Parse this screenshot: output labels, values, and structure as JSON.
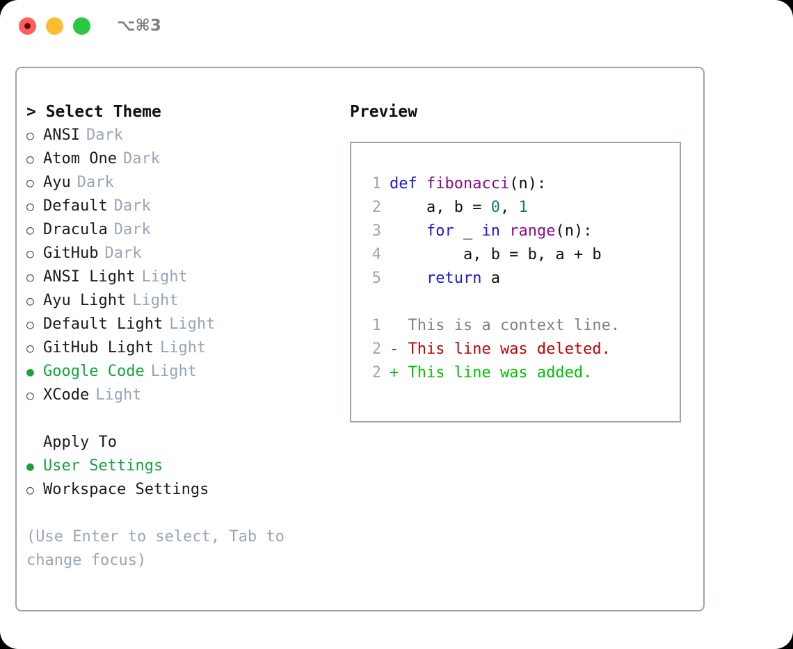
{
  "titlebar": {
    "shortcut": "⌥⌘3",
    "buttons": [
      {
        "name": "close",
        "color": "#ff5f57"
      },
      {
        "name": "minimize",
        "color": "#febc2e"
      },
      {
        "name": "zoom",
        "color": "#28c840"
      }
    ]
  },
  "colors": {
    "accent_green": "#18a33f",
    "muted": "#9aa4b8",
    "border": "#9aa4b8",
    "keyword": "#1a1ad0",
    "function": "#8b0a8b",
    "number": "#0b7b7b",
    "diff_context": "#808080",
    "diff_deleted": "#c00000",
    "diff_added": "#00c000"
  },
  "left": {
    "header": "> Select Theme",
    "themes": [
      {
        "marker": "○",
        "name": "ANSI",
        "kind": "Dark",
        "selected": false
      },
      {
        "marker": "○",
        "name": "Atom One",
        "kind": "Dark",
        "selected": false
      },
      {
        "marker": "○",
        "name": "Ayu",
        "kind": "Dark",
        "selected": false
      },
      {
        "marker": "○",
        "name": "Default",
        "kind": "Dark",
        "selected": false
      },
      {
        "marker": "○",
        "name": "Dracula",
        "kind": "Dark",
        "selected": false
      },
      {
        "marker": "○",
        "name": "GitHub",
        "kind": "Dark",
        "selected": false
      },
      {
        "marker": "○",
        "name": "ANSI Light",
        "kind": "Light",
        "selected": false
      },
      {
        "marker": "○",
        "name": "Ayu Light",
        "kind": "Light",
        "selected": false
      },
      {
        "marker": "○",
        "name": "Default Light",
        "kind": "Light",
        "selected": false
      },
      {
        "marker": "○",
        "name": "GitHub Light",
        "kind": "Light",
        "selected": false
      },
      {
        "marker": "●",
        "name": "Google Code",
        "kind": "Light",
        "selected": true
      },
      {
        "marker": "○",
        "name": "XCode",
        "kind": "Light",
        "selected": false
      }
    ],
    "apply_to": {
      "header": "Apply To",
      "options": [
        {
          "marker": "●",
          "name": "User Settings",
          "selected": true
        },
        {
          "marker": "○",
          "name": "Workspace Settings",
          "selected": false
        }
      ]
    },
    "hint": "(Use Enter to select, Tab to change focus)"
  },
  "right": {
    "header": "Preview",
    "code_lines": [
      {
        "no": "1",
        "tokens": [
          {
            "t": "def ",
            "c": "kw"
          },
          {
            "t": "fibonacci",
            "c": "fn"
          },
          {
            "t": "(n):",
            "c": "plain"
          }
        ]
      },
      {
        "no": "2",
        "tokens": [
          {
            "t": "    a, b = ",
            "c": "plain"
          },
          {
            "t": "0",
            "c": "num"
          },
          {
            "t": ", ",
            "c": "plain"
          },
          {
            "t": "1",
            "c": "num"
          }
        ]
      },
      {
        "no": "3",
        "tokens": [
          {
            "t": "    ",
            "c": "plain"
          },
          {
            "t": "for",
            "c": "kw"
          },
          {
            "t": " _ ",
            "c": "plain"
          },
          {
            "t": "in",
            "c": "kw"
          },
          {
            "t": " ",
            "c": "plain"
          },
          {
            "t": "range",
            "c": "fn"
          },
          {
            "t": "(n):",
            "c": "plain"
          }
        ]
      },
      {
        "no": "4",
        "tokens": [
          {
            "t": "        a, b = b, a + b",
            "c": "plain"
          }
        ]
      },
      {
        "no": "5",
        "tokens": [
          {
            "t": "    ",
            "c": "plain"
          },
          {
            "t": "return",
            "c": "kw"
          },
          {
            "t": " a",
            "c": "plain"
          }
        ]
      }
    ],
    "diff_lines": [
      {
        "no": "1",
        "sign": " ",
        "text": " This is a context line.",
        "kind": "ctx"
      },
      {
        "no": "2",
        "sign": "-",
        "text": " This line was deleted.",
        "kind": "del"
      },
      {
        "no": "2",
        "sign": "+",
        "text": " This line was added.",
        "kind": "add"
      }
    ]
  }
}
